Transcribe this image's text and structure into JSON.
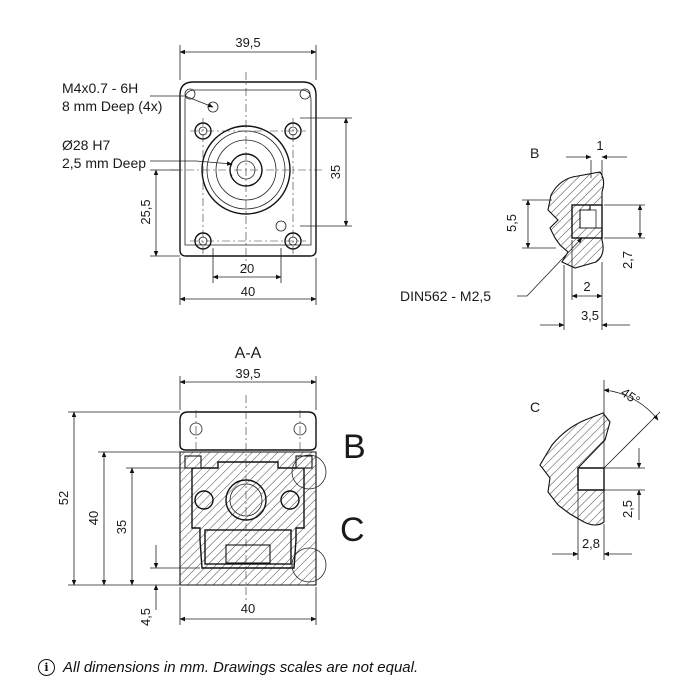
{
  "views": {
    "top": {
      "dims": {
        "width_top": "39,5",
        "height_right": "35",
        "height_left": "25,5",
        "width_bottom_inner": "20",
        "width_bottom": "40"
      },
      "notes": {
        "thread_line1": "M4x0.7 - 6H",
        "thread_line2": "8 mm Deep (4x)",
        "bore_line1": "Ø28 H7",
        "bore_line2": "2,5 mm Deep"
      }
    },
    "detail_b": {
      "label": "B",
      "dims": {
        "top": "1",
        "left": "5,5",
        "right": "2,7",
        "bottom_inner": "2",
        "bottom": "3,5"
      },
      "note": "DIN562 - M2,5"
    },
    "section": {
      "title": "A-A",
      "dims": {
        "width_top": "39,5",
        "h52": "52",
        "h40": "40",
        "h35": "35",
        "h4_5": "4,5",
        "width_bottom": "40"
      },
      "callout_b": "B",
      "callout_c": "C"
    },
    "detail_c": {
      "label": "C",
      "dims": {
        "angle": "45°",
        "right": "2,5",
        "bottom": "2,8"
      }
    }
  },
  "footnote": "All dimensions in mm. Drawings scales are not equal.",
  "colors": {
    "line": "#111111",
    "background": "#ffffff"
  }
}
